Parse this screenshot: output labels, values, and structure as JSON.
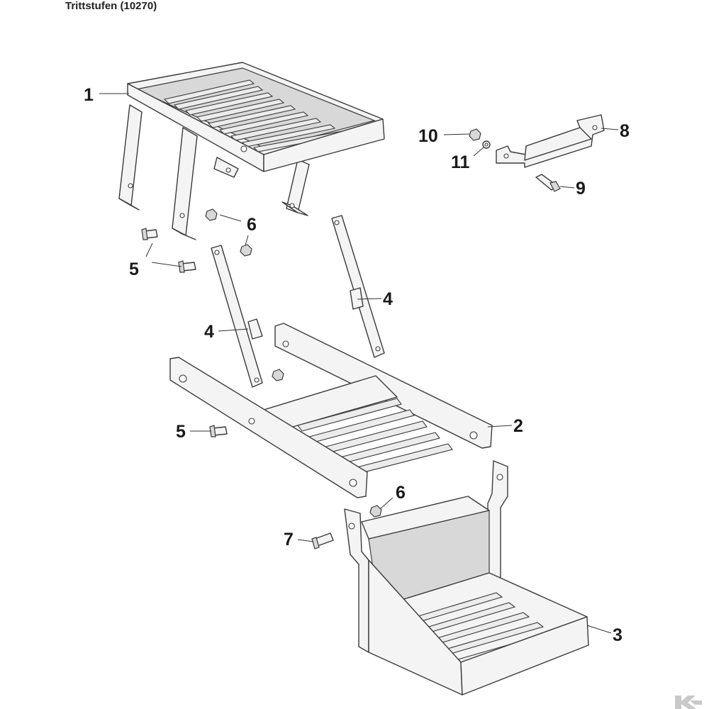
{
  "title": "Trittstufen (10270)",
  "callouts": {
    "c1": "1",
    "c2": "2",
    "c3": "3",
    "c4a": "4",
    "c4b": "4",
    "c5a": "5",
    "c5b": "5",
    "c6a": "6",
    "c6b": "6",
    "c7": "7",
    "c8": "8",
    "c9": "9",
    "c10": "10",
    "c11": "11"
  },
  "colors": {
    "line": "#3a3a3a",
    "fill": "#f4f4f4",
    "logo": "#c9c9c9"
  },
  "icons": {
    "corner_logo": "k-logo-icon"
  }
}
